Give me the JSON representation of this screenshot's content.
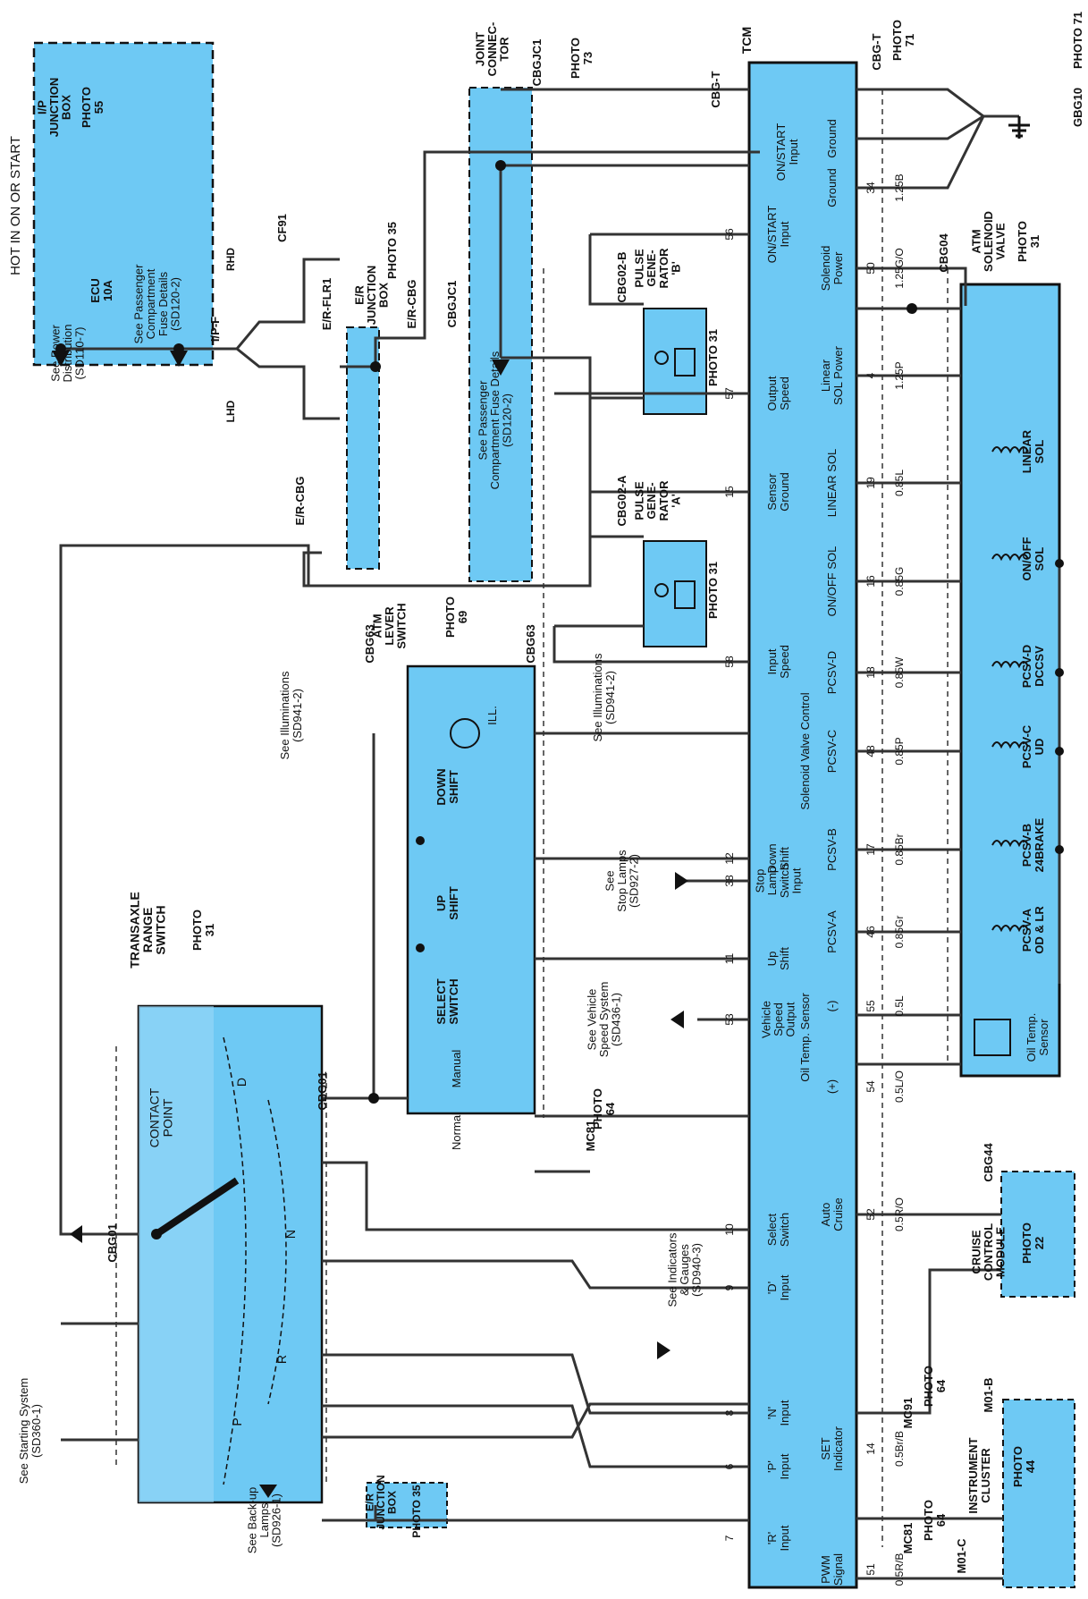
{
  "diagram": {
    "power_source": "HOT IN ON OR START",
    "ip_junction_box": {
      "title": [
        "I/P",
        "JUNCTION",
        "BOX"
      ],
      "photo": [
        "PHOTO",
        "55"
      ],
      "fuse": [
        "ECU",
        "10A"
      ],
      "note_power": [
        "See Power",
        "Distribution",
        "(SD110-7)"
      ],
      "note_fuse": [
        "See Passenger",
        "Compartment",
        "Fuse Details",
        "(SD120-2)"
      ]
    },
    "connectors": {
      "ip_f": "I/P-F",
      "cf91": "CF91",
      "rhd": "RHD",
      "lhd": "LHD",
      "er_flr1": "E/R-FLR1",
      "er_cbg": "E/R-CBG",
      "cbgjc1": "CBGJC1",
      "cbg01": "CBG01",
      "cbg63": "CBG63",
      "cbg02a": "CBG02-A",
      "cbg02b": "CBG02-B",
      "mc81": "MC81",
      "mc91": "MC91",
      "m01b": "M01-B",
      "m01c": "M01-C",
      "cbg44": "CBG44",
      "cbgt": "CBG-T",
      "cbg04": "CBG04",
      "gbg10": "GBG10",
      "tcm": "TCM"
    },
    "er_junction_box": {
      "title": [
        "E/R",
        "JUNCTION",
        "BOX"
      ],
      "photo": "PHOTO 35"
    },
    "joint_connector": {
      "title": [
        "JOINT",
        "CONNEC-",
        "TOR"
      ],
      "photo": [
        "PHOTO",
        "73"
      ],
      "note": [
        "See Passenger",
        "Compartment Fuse Details",
        "(SD120-2)"
      ]
    },
    "transaxle": {
      "title": [
        "TRANSAXLE",
        "RANGE",
        "SWITCH"
      ],
      "photo": [
        "PHOTO",
        "31"
      ],
      "contact": [
        "CONTACT",
        "POINT"
      ],
      "positions": [
        "P",
        "R",
        "N",
        "D"
      ]
    },
    "atm_lever": {
      "title": [
        "ATM",
        "LEVER",
        "SWITCH"
      ],
      "photo": [
        "PHOTO",
        "69"
      ],
      "select": [
        "SELECT",
        "SWITCH"
      ],
      "up": [
        "UP",
        "SHIFT"
      ],
      "down": [
        "DOWN",
        "SHIFT"
      ],
      "ill": "ILL.",
      "normal": "Normal",
      "manual": "Manual"
    },
    "pulse_a": {
      "title": [
        "PULSE",
        "GENE-",
        "RATOR",
        "'A'"
      ],
      "photo": "PHOTO 31"
    },
    "pulse_b": {
      "title": [
        "PULSE",
        "GENE-",
        "RATOR",
        "'B'"
      ],
      "photo": "PHOTO 31"
    },
    "solenoid": {
      "title": [
        "ATM",
        "SOLENOID",
        "VALVE"
      ],
      "photo": [
        "PHOTO",
        "31"
      ],
      "coils": [
        [
          "LINEAR",
          "SOL"
        ],
        [
          "ON/OFF",
          "SOL"
        ],
        [
          "PCSV-D",
          "DCCSV"
        ],
        [
          "PCSV-C",
          "UD"
        ],
        [
          "PCSV-B",
          "24BRAKE"
        ],
        [
          "PCSV-A",
          "OD & LR"
        ]
      ],
      "oil": [
        "Oil Temp.",
        "Sensor"
      ]
    },
    "cruise": {
      "title": [
        "CRUISE",
        "CONTROL",
        "MODULE"
      ],
      "photo": [
        "PHOTO",
        "22"
      ]
    },
    "cluster": {
      "title": [
        "INSTRUMENT",
        "CLUSTER"
      ],
      "photo": [
        "PHOTO",
        "44"
      ]
    },
    "photos": {
      "p64": [
        "PHOTO",
        "64"
      ],
      "p71": [
        "PHOTO",
        "71"
      ],
      "p71b": "PHOTO 71"
    },
    "notes": {
      "starting": [
        "See Starting System",
        "(SD360-1)"
      ],
      "backup": [
        "See Back-up",
        "Lamps",
        "(SD926-1)"
      ],
      "indicators": [
        "See Indicators",
        "& Gauges",
        "(SD940-3)"
      ],
      "illum1": [
        "See Illuminations",
        "(SD941-2)"
      ],
      "illum2": [
        "See Illuminations",
        "(SD941-2)"
      ],
      "vss": [
        "See Vehicle",
        "Speed System",
        "(SD436-1)"
      ],
      "stop": [
        "See",
        "Stop Lamps",
        "(SD927-2)"
      ]
    },
    "tcm_inputs": [
      {
        "label": [
          "'R'",
          "Input"
        ],
        "pin": "7"
      },
      {
        "label": [
          "'P'",
          "Input"
        ],
        "pin": "6"
      },
      {
        "label": [
          "'N'",
          "Input"
        ],
        "pin": "8"
      },
      {
        "label": [
          "'D'",
          "Input"
        ],
        "pin": "9"
      },
      {
        "label": [
          "Select",
          "Switch"
        ],
        "pin": "10"
      },
      {
        "label": [
          "Vehicle",
          "Speed",
          "Output"
        ],
        "pin": "53"
      },
      {
        "label": [
          "Up",
          "Shift"
        ],
        "pin": "11"
      },
      {
        "label": [
          "Stop",
          "Lamp",
          "Switch",
          "Input"
        ],
        "pin": "38"
      },
      {
        "label": [
          "Down",
          "Shift"
        ],
        "pin": "12"
      },
      {
        "label": [
          "Input",
          "Speed"
        ],
        "pin": "58"
      },
      {
        "label": [
          "Sensor",
          "Ground"
        ],
        "pin": "15"
      },
      {
        "label": [
          "Output",
          "Speed"
        ],
        "pin": "57"
      },
      {
        "label": [
          "ON/START",
          "Input"
        ],
        "pin": "56"
      }
    ],
    "tcm_outputs": [
      {
        "label": [
          "PWM",
          "Signal"
        ],
        "pin": "51",
        "wire": "0.5R/B"
      },
      {
        "label": [
          "SET",
          "Indicator"
        ],
        "pin": "14",
        "wire": "0.5Br/B"
      },
      {
        "label": [
          "Auto",
          "Cruise"
        ],
        "pin": "52",
        "wire": "0.5R/O"
      },
      {
        "label": [
          "(+)"
        ],
        "pin": "54",
        "wire": "0.5L/O"
      },
      {
        "label": [
          "(-)"
        ],
        "pin": "55",
        "wire": "0.5L"
      },
      {
        "label": [
          "PCSV-A"
        ],
        "pin": "46",
        "wire": "0.85Gr"
      },
      {
        "label": [
          "PCSV-B"
        ],
        "pin": "17",
        "wire": "0.85Br"
      },
      {
        "label": [
          "PCSV-C"
        ],
        "pin": "48",
        "wire": "0.85P"
      },
      {
        "label": [
          "PCSV-D"
        ],
        "pin": "18",
        "wire": "0.85W"
      },
      {
        "label": [
          "ON/OFF SOL"
        ],
        "pin": "16",
        "wire": "0.85G"
      },
      {
        "label": [
          "LINEAR SOL"
        ],
        "pin": "19",
        "wire": "0.85L"
      },
      {
        "label": [
          "Linear",
          "SOL Power"
        ],
        "pin": "4",
        "wire": "1.25P"
      },
      {
        "label": [
          "Solenoid",
          "Power"
        ],
        "pin": "50",
        "wire": "1.25G/O"
      },
      {
        "label": [
          "Ground"
        ],
        "pin": "34",
        "wire": "1.25B"
      }
    ],
    "tcm_group_labels": {
      "oil": "Oil Temp. Sensor",
      "sol": "Solenoid Valve Control"
    }
  }
}
